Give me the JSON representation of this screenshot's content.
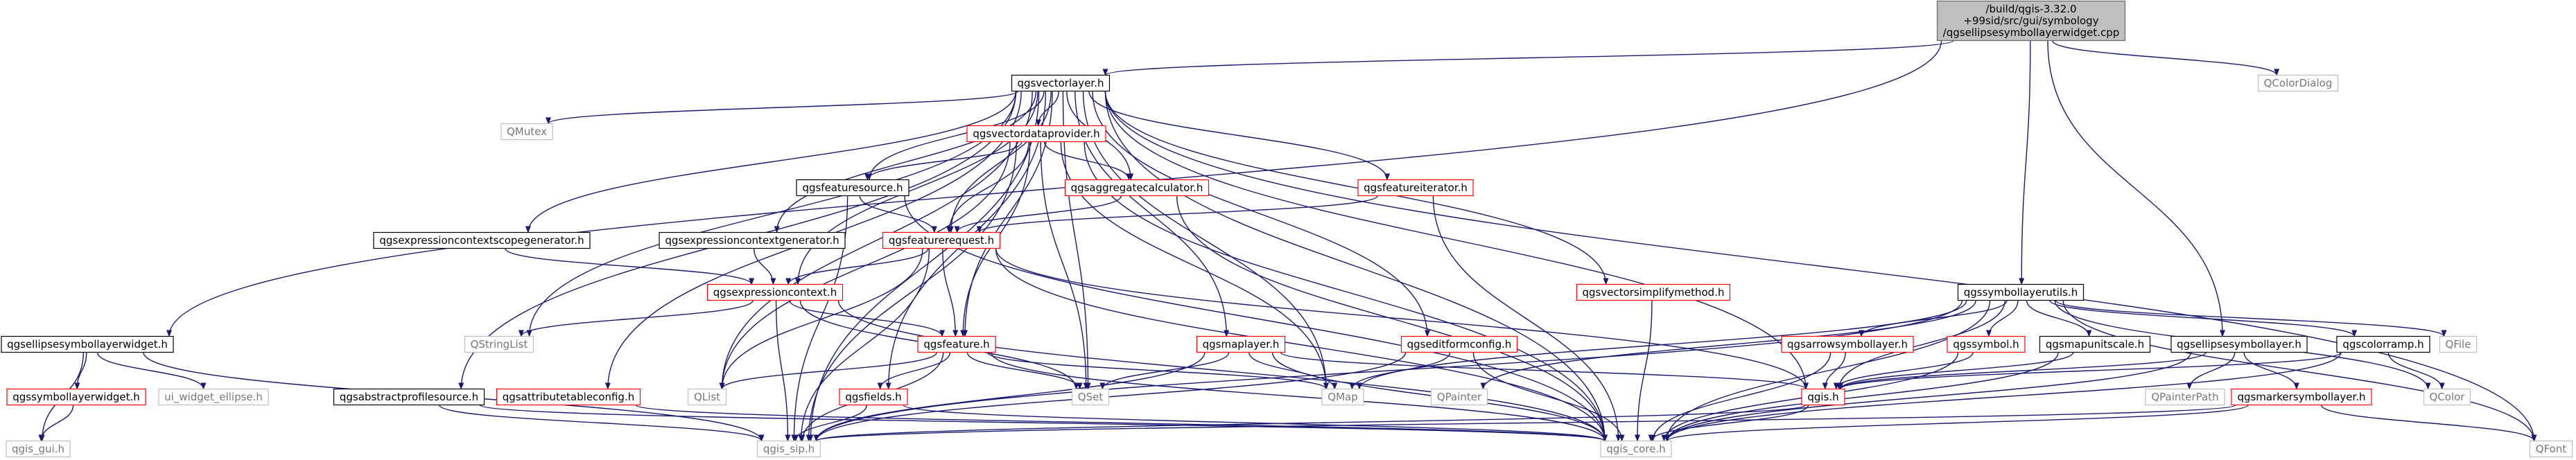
{
  "colors": {
    "edge": "#191970",
    "black_border": "#000000",
    "red_border": "#ff0000",
    "grey_border": "#bfbfbf",
    "root_fill": "#bfbfbf",
    "fill": "#ffffff",
    "text": "#000000",
    "grey_text": "#777777"
  },
  "nodes": [
    {
      "id": "root",
      "lines": [
        "/build/qgis-3.32.0",
        "+99sid/src/gui/symbology",
        "/qgsellipsesymbollayerwidget.cpp"
      ],
      "style": "root"
    },
    {
      "id": "qgsvectorlayer",
      "lines": [
        "qgsvectorlayer.h"
      ],
      "style": "black"
    },
    {
      "id": "qcolordialog",
      "lines": [
        "QColorDialog"
      ],
      "style": "grey"
    },
    {
      "id": "qmutex",
      "lines": [
        "QMutex"
      ],
      "style": "grey"
    },
    {
      "id": "qgsvectordataprovider",
      "lines": [
        "qgsvectordataprovider.h"
      ],
      "style": "red"
    },
    {
      "id": "qgsfeaturesource",
      "lines": [
        "qgsfeaturesource.h"
      ],
      "style": "black"
    },
    {
      "id": "qgsaggregatecalculator",
      "lines": [
        "qgsaggregatecalculator.h"
      ],
      "style": "red"
    },
    {
      "id": "qgsfeatureiterator",
      "lines": [
        "qgsfeatureiterator.h"
      ],
      "style": "red"
    },
    {
      "id": "qgsexpressioncontextscopegenerator",
      "lines": [
        "qgsexpressioncontextscopegenerator.h"
      ],
      "style": "black"
    },
    {
      "id": "qgsexpressioncontextgenerator",
      "lines": [
        "qgsexpressioncontextgenerator.h"
      ],
      "style": "black"
    },
    {
      "id": "qgsfeaturerequest",
      "lines": [
        "qgsfeaturerequest.h"
      ],
      "style": "red"
    },
    {
      "id": "qgsexpressioncontext",
      "lines": [
        "qgsexpressioncontext.h"
      ],
      "style": "red"
    },
    {
      "id": "qstringlist",
      "lines": [
        "QStringList"
      ],
      "style": "grey"
    },
    {
      "id": "qgsellipsesymbollayerwidget",
      "lines": [
        "qgsellipsesymbollayerwidget.h"
      ],
      "style": "black"
    },
    {
      "id": "qgsvectorsimplifymethod",
      "lines": [
        "qgsvectorsimplifymethod.h"
      ],
      "style": "red"
    },
    {
      "id": "qgssymbollayerutils",
      "lines": [
        "qgssymbollayerutils.h"
      ],
      "style": "black"
    },
    {
      "id": "qgsfeature",
      "lines": [
        "qgsfeature.h"
      ],
      "style": "red"
    },
    {
      "id": "qgsmaplayer",
      "lines": [
        "qgsmaplayer.h"
      ],
      "style": "red"
    },
    {
      "id": "qgseditformconfig",
      "lines": [
        "qgseditformconfig.h"
      ],
      "style": "red"
    },
    {
      "id": "qgsarrowsymbollayer",
      "lines": [
        "qgsarrowsymbollayer.h"
      ],
      "style": "red"
    },
    {
      "id": "qgssymbol",
      "lines": [
        "qgssymbol.h"
      ],
      "style": "red"
    },
    {
      "id": "qgsmapunitscale",
      "lines": [
        "qgsmapunitscale.h"
      ],
      "style": "black"
    },
    {
      "id": "qgsellipsesymbollayer",
      "lines": [
        "qgsellipsesymbollayer.h"
      ],
      "style": "black"
    },
    {
      "id": "qgscolorramp",
      "lines": [
        "qgscolorramp.h"
      ],
      "style": "black"
    },
    {
      "id": "qfile",
      "lines": [
        "QFile"
      ],
      "style": "grey"
    },
    {
      "id": "qgssymbollayerwidget",
      "lines": [
        "qgssymbollayerwidget.h"
      ],
      "style": "red"
    },
    {
      "id": "ui_widget_ellipse",
      "lines": [
        "ui_widget_ellipse.h"
      ],
      "style": "grey"
    },
    {
      "id": "qgsabstractprofilesource",
      "lines": [
        "qgsabstractprofilesource.h"
      ],
      "style": "black"
    },
    {
      "id": "qgsattributetableconfig",
      "lines": [
        "qgsattributetableconfig.h"
      ],
      "style": "red"
    },
    {
      "id": "qlist",
      "lines": [
        "QList"
      ],
      "style": "grey"
    },
    {
      "id": "qgsfields",
      "lines": [
        "qgsfields.h"
      ],
      "style": "red"
    },
    {
      "id": "qset",
      "lines": [
        "QSet"
      ],
      "style": "grey"
    },
    {
      "id": "qmap",
      "lines": [
        "QMap"
      ],
      "style": "grey"
    },
    {
      "id": "qpainter",
      "lines": [
        "QPainter"
      ],
      "style": "grey"
    },
    {
      "id": "qgis",
      "lines": [
        "qgis.h"
      ],
      "style": "red"
    },
    {
      "id": "qpainterpath",
      "lines": [
        "QPainterPath"
      ],
      "style": "grey"
    },
    {
      "id": "qgsmarkersymbollayer",
      "lines": [
        "qgsmarkersymbollayer.h"
      ],
      "style": "red"
    },
    {
      "id": "qcolor",
      "lines": [
        "QColor"
      ],
      "style": "grey"
    },
    {
      "id": "qgis_gui",
      "lines": [
        "qgis_gui.h"
      ],
      "style": "grey"
    },
    {
      "id": "qgis_sip",
      "lines": [
        "qgis_sip.h"
      ],
      "style": "grey"
    },
    {
      "id": "qgis_core",
      "lines": [
        "qgis_core.h"
      ],
      "style": "grey"
    },
    {
      "id": "qfont",
      "lines": [
        "QFont"
      ],
      "style": "grey"
    }
  ],
  "edges": [
    [
      "root",
      "qgsvectorlayer"
    ],
    [
      "root",
      "qcolordialog"
    ],
    [
      "root",
      "qgsellipsesymbollayerwidget"
    ],
    [
      "root",
      "qgssymbollayerutils"
    ],
    [
      "root",
      "qgsellipsesymbollayer"
    ],
    [
      "qgsvectorlayer",
      "qmutex"
    ],
    [
      "qgsvectorlayer",
      "qgsvectordataprovider"
    ],
    [
      "qgsvectorlayer",
      "qgsfeaturesource"
    ],
    [
      "qgsvectorlayer",
      "qgsaggregatecalculator"
    ],
    [
      "qgsvectorlayer",
      "qgsfeatureiterator"
    ],
    [
      "qgsvectorlayer",
      "qgsexpressioncontextscopegenerator"
    ],
    [
      "qgsvectorlayer",
      "qgsexpressioncontextgenerator"
    ],
    [
      "qgsvectorlayer",
      "qgsfeaturerequest"
    ],
    [
      "qgsvectorlayer",
      "qgsexpressioncontext"
    ],
    [
      "qgsvectorlayer",
      "qstringlist"
    ],
    [
      "qgsvectorlayer",
      "qgsvectorsimplifymethod"
    ],
    [
      "qgsvectorlayer",
      "qgsfeature"
    ],
    [
      "qgsvectorlayer",
      "qgsmaplayer"
    ],
    [
      "qgsvectorlayer",
      "qgseditformconfig"
    ],
    [
      "qgsvectorlayer",
      "qgsabstractprofilesource"
    ],
    [
      "qgsvectorlayer",
      "qgsattributetableconfig"
    ],
    [
      "qgsvectorlayer",
      "qlist"
    ],
    [
      "qgsvectorlayer",
      "qgsfields"
    ],
    [
      "qgsvectorlayer",
      "qset"
    ],
    [
      "qgsvectorlayer",
      "qmap"
    ],
    [
      "qgsvectorlayer",
      "qgis"
    ],
    [
      "qgsvectorlayer",
      "qgis_sip"
    ],
    [
      "qgsvectorlayer",
      "qgis_core"
    ],
    [
      "qgsvectorlayer",
      "qfont"
    ],
    [
      "qgsvectordataprovider",
      "qgsfeaturesource"
    ],
    [
      "qgsvectordataprovider",
      "qgsaggregatecalculator"
    ],
    [
      "qgsvectordataprovider",
      "qgsfeaturerequest"
    ],
    [
      "qgsvectordataprovider",
      "qgsfeature"
    ],
    [
      "qgsvectordataprovider",
      "qlist"
    ],
    [
      "qgsvectordataprovider",
      "qset"
    ],
    [
      "qgsvectordataprovider",
      "qmap"
    ],
    [
      "qgsvectordataprovider",
      "qgis_sip"
    ],
    [
      "qgsvectordataprovider",
      "qgis_core"
    ],
    [
      "qgsfeaturesource",
      "qgsfeaturerequest"
    ],
    [
      "qgsfeaturesource",
      "qgis_sip"
    ],
    [
      "qgsfeaturesource",
      "qgis_core"
    ],
    [
      "qgsaggregatecalculator",
      "qgsfeaturerequest"
    ],
    [
      "qgsaggregatecalculator",
      "qgis_core"
    ],
    [
      "qgsfeatureiterator",
      "qgsfeaturerequest"
    ],
    [
      "qgsfeatureiterator",
      "qgis_core"
    ],
    [
      "qgsexpressioncontextscopegenerator",
      "qgsexpressioncontext"
    ],
    [
      "qgsexpressioncontextgenerator",
      "qgsexpressioncontext"
    ],
    [
      "qgsfeaturerequest",
      "qgsexpressioncontext"
    ],
    [
      "qgsfeaturerequest",
      "qgsfeature"
    ],
    [
      "qgsfeaturerequest",
      "qlist"
    ],
    [
      "qgsfeaturerequest",
      "qgis"
    ],
    [
      "qgsfeaturerequest",
      "qgis_sip"
    ],
    [
      "qgsfeaturerequest",
      "qgis_core"
    ],
    [
      "qgsexpressioncontext",
      "qstringlist"
    ],
    [
      "qgsexpressioncontext",
      "qgsfeature"
    ],
    [
      "qgsexpressioncontext",
      "qset"
    ],
    [
      "qgsexpressioncontext",
      "qgis_sip"
    ],
    [
      "qgsexpressioncontext",
      "qgis_core"
    ],
    [
      "qgsfeature",
      "qlist"
    ],
    [
      "qgsfeature",
      "qgsfields"
    ],
    [
      "qgsfeature",
      "qset"
    ],
    [
      "qgsfeature",
      "qmap"
    ],
    [
      "qgsfeature",
      "qgis_sip"
    ],
    [
      "qgsfeature",
      "qgis_core"
    ],
    [
      "qgsmaplayer",
      "qset"
    ],
    [
      "qgsmaplayer",
      "qmap"
    ],
    [
      "qgsmaplayer",
      "qgis"
    ],
    [
      "qgsmaplayer",
      "qgis_sip"
    ],
    [
      "qgsmaplayer",
      "qgis_core"
    ],
    [
      "qgseditformconfig",
      "qmap"
    ],
    [
      "qgseditformconfig",
      "qgis_sip"
    ],
    [
      "qgseditformconfig",
      "qgis_core"
    ],
    [
      "qgsvectorsimplifymethod",
      "qgis_core"
    ],
    [
      "qgsellipsesymbollayerwidget",
      "qgssymbollayerwidget"
    ],
    [
      "qgsellipsesymbollayerwidget",
      "ui_widget_ellipse"
    ],
    [
      "qgsellipsesymbollayerwidget",
      "qgis_gui"
    ],
    [
      "qgsellipsesymbollayerwidget",
      "qgis_sip"
    ],
    [
      "qgssymbollayerwidget",
      "qgis_gui"
    ],
    [
      "qgsabstractprofilesource",
      "qgis_sip"
    ],
    [
      "qgsabstractprofilesource",
      "qgis_core"
    ],
    [
      "qgsattributetableconfig",
      "qgis_core"
    ],
    [
      "qgsfields",
      "qgis_sip"
    ],
    [
      "qgsfields",
      "qgis_core"
    ],
    [
      "qgssymbollayerutils",
      "qgsarrowsymbollayer"
    ],
    [
      "qgssymbollayerutils",
      "qgssymbol"
    ],
    [
      "qgssymbollayerutils",
      "qgsmapunitscale"
    ],
    [
      "qgssymbollayerutils",
      "qgscolorramp"
    ],
    [
      "qgssymbollayerutils",
      "qfile"
    ],
    [
      "qgssymbollayerutils",
      "qgis"
    ],
    [
      "qgssymbollayerutils",
      "qmap"
    ],
    [
      "qgssymbollayerutils",
      "qpainter"
    ],
    [
      "qgssymbollayerutils",
      "qcolor"
    ],
    [
      "qgssymbollayerutils",
      "qgis_sip"
    ],
    [
      "qgssymbollayerutils",
      "qgis_core"
    ],
    [
      "qgssymbollayerutils",
      "qfont"
    ],
    [
      "qgsarrowsymbollayer",
      "qgis"
    ],
    [
      "qgsarrowsymbollayer",
      "qgis_core"
    ],
    [
      "qgssymbol",
      "qgis"
    ],
    [
      "qgssymbol",
      "qgis_core"
    ],
    [
      "qgsmapunitscale",
      "qgis"
    ],
    [
      "qgsmapunitscale",
      "qgis_core"
    ],
    [
      "qgscolorramp",
      "qgis"
    ],
    [
      "qgscolorramp",
      "qcolor"
    ],
    [
      "qgscolorramp",
      "qgis_core"
    ],
    [
      "qgsellipsesymbollayer",
      "qgsmarkersymbollayer"
    ],
    [
      "qgsellipsesymbollayer",
      "qpainterpath"
    ],
    [
      "qgsellipsesymbollayer",
      "qgis"
    ],
    [
      "qgsellipsesymbollayer",
      "qgis_core"
    ],
    [
      "qgsmarkersymbollayer",
      "qgis_core"
    ],
    [
      "qgsmarkersymbollayer",
      "qfont"
    ],
    [
      "qgsmarkersymbollayer",
      "qgis_sip"
    ],
    [
      "qgis",
      "qgis_sip"
    ],
    [
      "qgis",
      "qgis_core"
    ]
  ]
}
